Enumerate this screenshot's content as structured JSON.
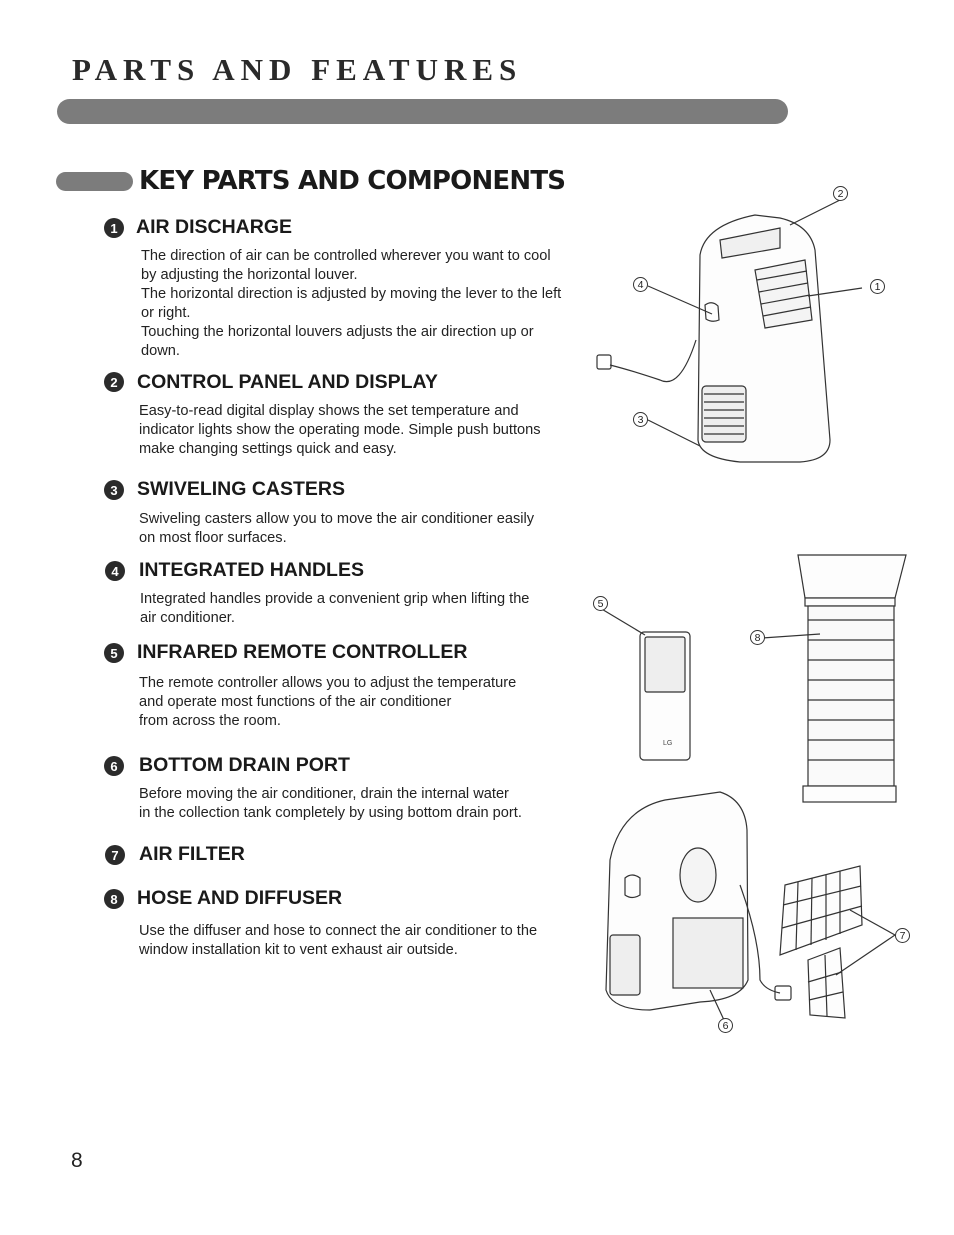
{
  "header": {
    "page_title": "PARTS AND FEATURES",
    "section_title": "KEY PARTS AND COMPONENTS"
  },
  "items": [
    {
      "number": "1",
      "heading": "AIR DISCHARGE",
      "body": [
        "The direction of air can be controlled wherever you want to cool",
        "by adjusting the horizontal louver.",
        "The horizontal direction is adjusted by moving the lever to the left",
        "or right.",
        "Touching the horizontal louvers adjusts the air direction up or",
        "down."
      ]
    },
    {
      "number": "2",
      "heading": "CONTROL PANEL AND DISPLAY",
      "body": [
        "Easy-to-read digital display shows the set temperature and",
        "indicator lights show the operating mode. Simple push buttons",
        "make changing settings quick and easy."
      ]
    },
    {
      "number": "3",
      "heading": "SWIVELING CASTERS",
      "body": [
        "Swiveling casters allow you to move the air conditioner easily",
        "on most floor surfaces."
      ]
    },
    {
      "number": "4",
      "heading": "INTEGRATED HANDLES",
      "body": [
        "Integrated handles provide a convenient grip when lifting the",
        "air conditioner."
      ]
    },
    {
      "number": "5",
      "heading": "INFRARED REMOTE CONTROLLER",
      "body": [
        "The remote controller allows you to adjust the temperature",
        "and operate most functions of the air conditioner",
        "from across the room."
      ]
    },
    {
      "number": "6",
      "heading": "BOTTOM DRAIN PORT",
      "body": [
        "Before moving the air conditioner, drain the internal water",
        "in the collection tank completely by using bottom drain port."
      ]
    },
    {
      "number": "7",
      "heading": "AIR FILTER",
      "body": []
    },
    {
      "number": "8",
      "heading": "HOSE  AND DIFFUSER",
      "body": [
        "Use the diffuser and hose to connect the air conditioner to the",
        "window installation kit to vent exhaust air outside."
      ]
    }
  ],
  "callouts": [
    "2",
    "4",
    "1",
    "3",
    "5",
    "8",
    "7",
    "6"
  ],
  "remote": {
    "brand": "LG"
  },
  "footer": {
    "page_number": "8"
  },
  "colors": {
    "bar": "#7c7c7c",
    "badge": "#2b2b2b",
    "text": "#1e1e1e"
  }
}
